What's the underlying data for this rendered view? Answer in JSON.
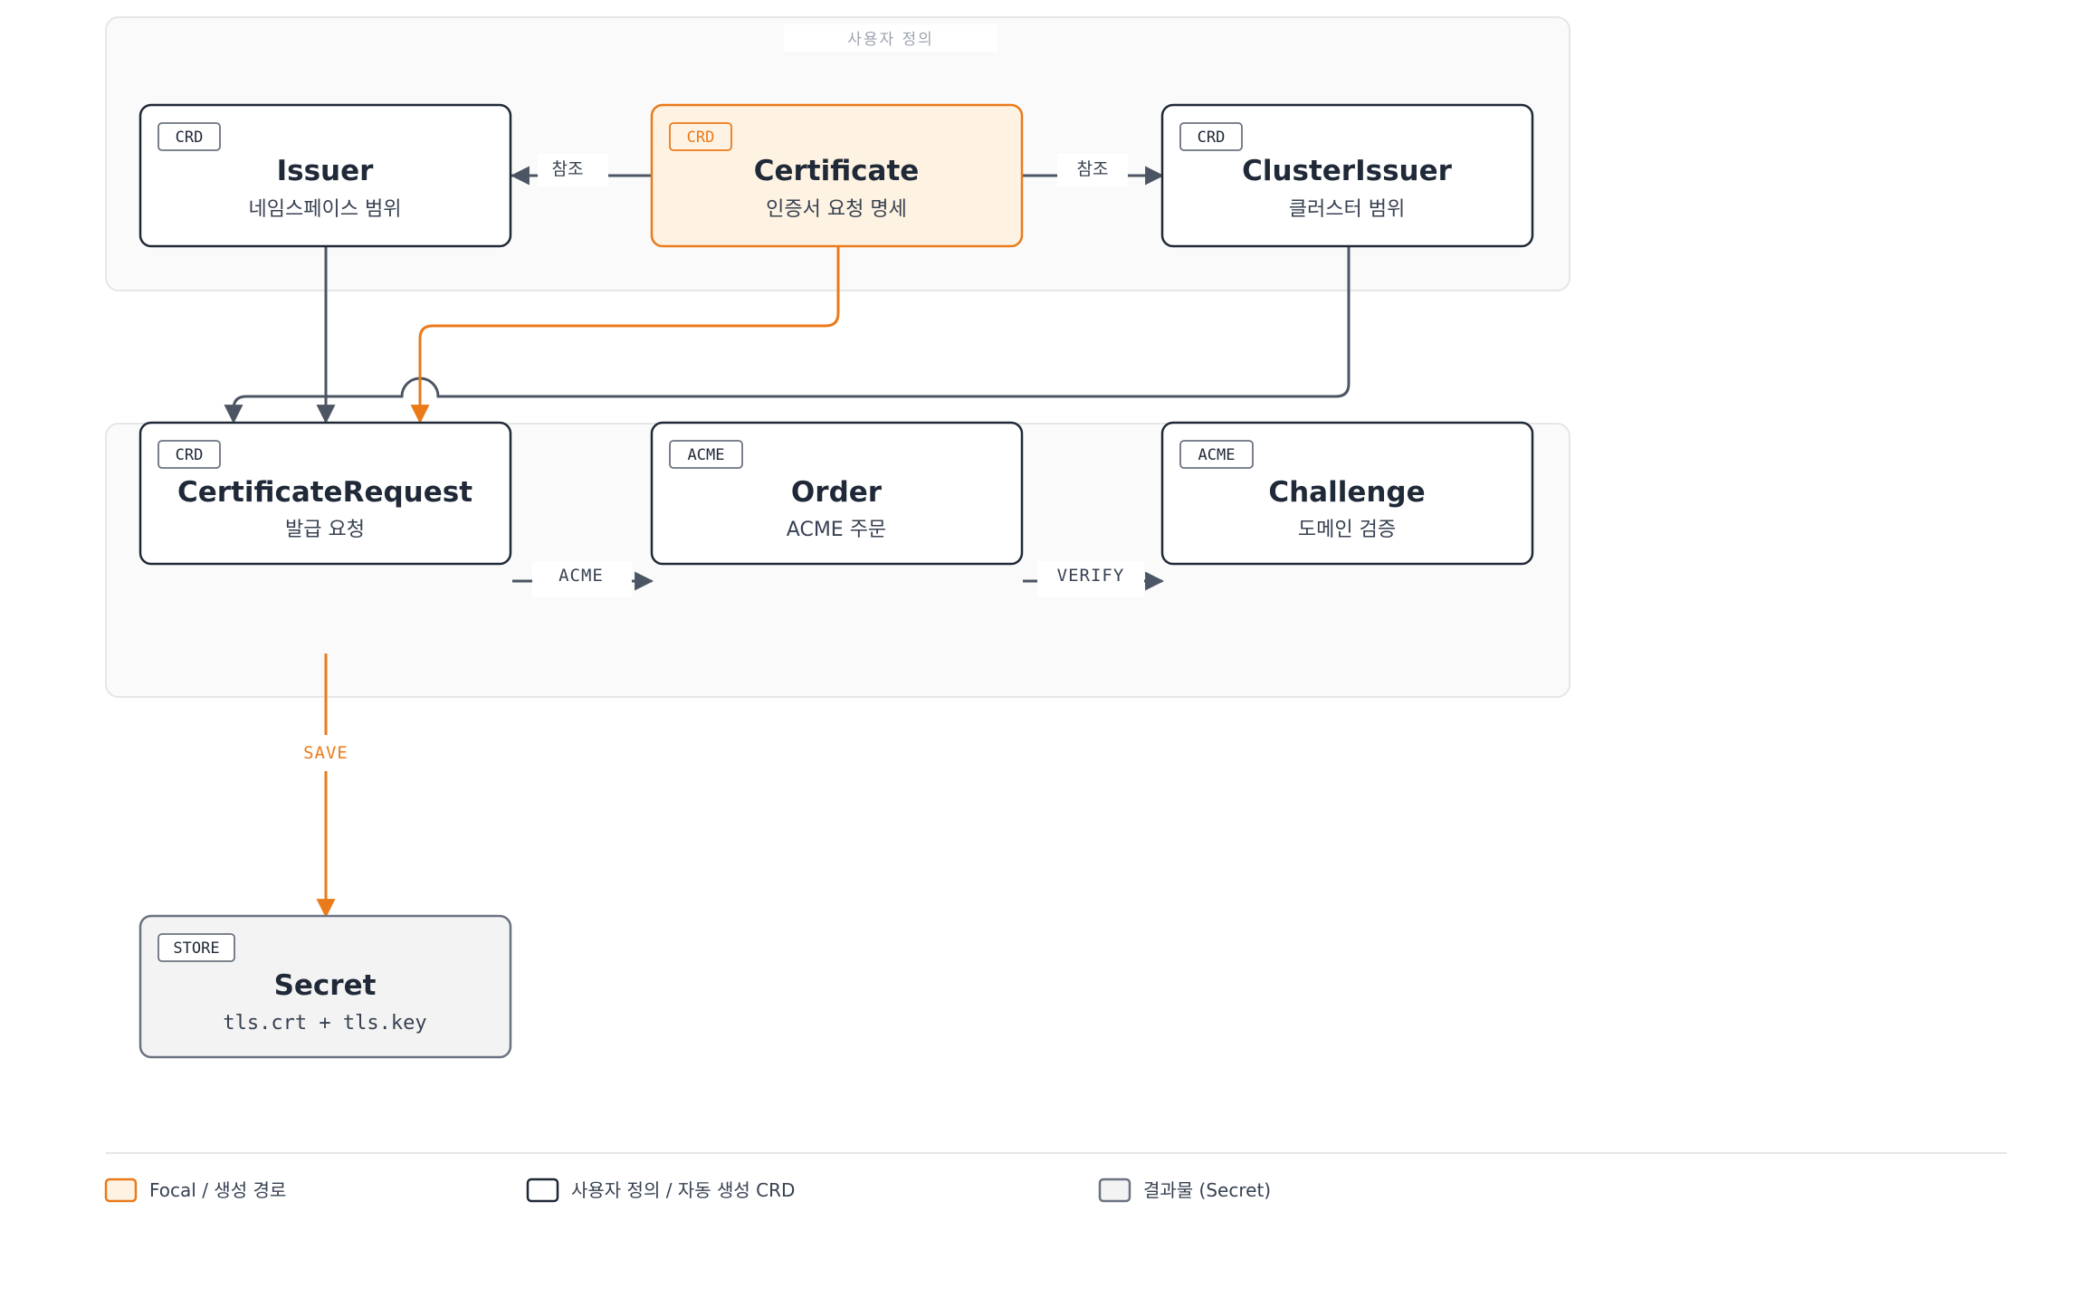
{
  "groups": {
    "user_defined": {
      "label": "사용자 정의"
    }
  },
  "nodes": {
    "issuer": {
      "badge": "CRD",
      "title": "Issuer",
      "subtitle": "네임스페이스 범위"
    },
    "certificate": {
      "badge": "CRD",
      "title": "Certificate",
      "subtitle": "인증서 요청 명세"
    },
    "cluster_issuer": {
      "badge": "CRD",
      "title": "ClusterIssuer",
      "subtitle": "클러스터 범위"
    },
    "certificate_request": {
      "badge": "CRD",
      "title": "CertificateRequest",
      "subtitle": "발급 요청"
    },
    "order": {
      "badge": "ACME",
      "title": "Order",
      "subtitle": "ACME 주문"
    },
    "challenge": {
      "badge": "ACME",
      "title": "Challenge",
      "subtitle": "도메인 검증"
    },
    "secret": {
      "badge": "STORE",
      "title": "Secret",
      "subtitle": "tls.crt + tls.key"
    }
  },
  "edges": {
    "cert_to_issuer": {
      "label": "참조"
    },
    "cert_to_cluster_issuer": {
      "label": "참조"
    },
    "request_to_order": {
      "label": "ACME"
    },
    "order_to_challenge": {
      "label": "VERIFY"
    },
    "request_to_secret": {
      "label": "SAVE"
    }
  },
  "legend": {
    "focal": "Focal / 생성 경로",
    "crd": "사용자 정의 / 자동 생성 CRD",
    "result": "결과물 (Secret)"
  },
  "colors": {
    "focal_stroke": "#ea7a1a",
    "focal_fill": "#fef3e2",
    "node_stroke": "#1f2937",
    "edge_gray": "#4b5563",
    "store_fill": "#f3f3f3"
  }
}
